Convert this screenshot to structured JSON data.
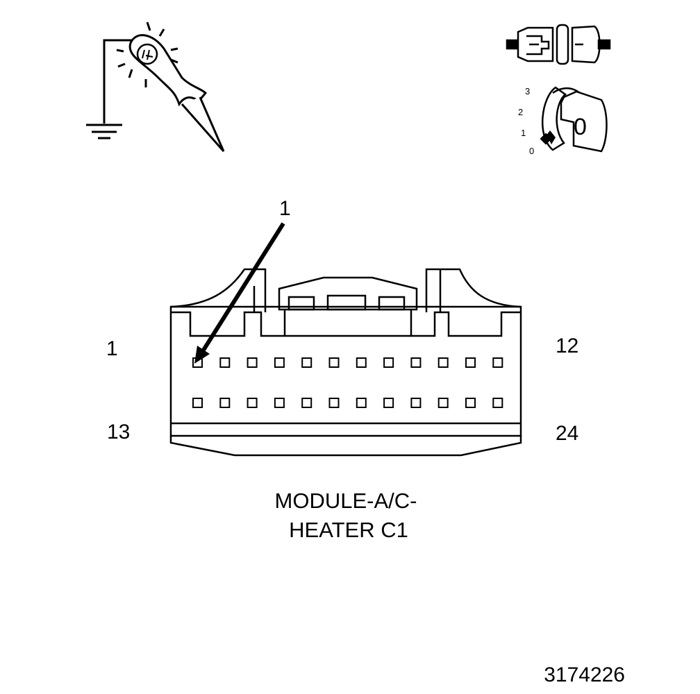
{
  "callout": "1",
  "pin_labels": {
    "top_left": "1",
    "top_right": "12",
    "bottom_left": "13",
    "bottom_right": "24"
  },
  "connector_rows": 2,
  "connector_cols": 12,
  "caption": {
    "line1": "MODULE-A/C-",
    "line2": "HEATER C1"
  },
  "ignition": {
    "positions": [
      "3",
      "2",
      "1",
      "0"
    ],
    "key_label": "0"
  },
  "figure_number": "3174226",
  "icons": [
    "test-light-icon",
    "ground-symbol-icon",
    "disconnected-connector-icon",
    "ignition-switch-icon"
  ]
}
